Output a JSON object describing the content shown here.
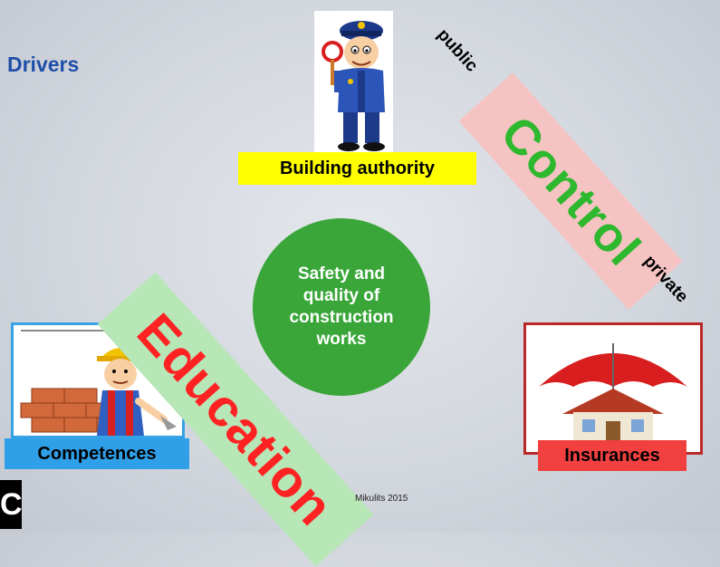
{
  "slide": {
    "title": "Drivers",
    "center_text": "Safety and\nquality of\nconstruction\nworks",
    "building_authority": "Building authority",
    "control_label": "Control",
    "public_label": "public",
    "private_label": "private",
    "education_label": "Education",
    "competences_label": "Competences",
    "insurances_label": "Insurances",
    "copyright": "Mikulits 2015",
    "logo_text": "C"
  },
  "colors": {
    "title": "#1f4fa8",
    "center_circle": "#3aa63a",
    "authority_label_bg": "#ffff00",
    "control_band": "#f6c3c3",
    "control_text": "#2eb82e",
    "education_band": "#b7e6b7",
    "education_text": "#ff2222",
    "competences_bg": "#2f9fe8",
    "insurances_bg": "#f04040"
  },
  "icons": {
    "authority": "police-officer-icon",
    "competences": "bricklayer-icon",
    "insurances": "umbrella-house-icon"
  }
}
